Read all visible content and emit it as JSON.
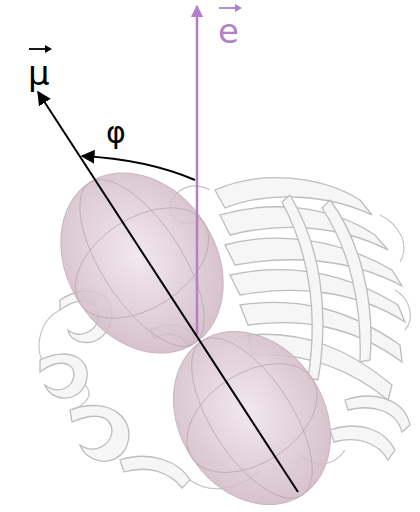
{
  "diagram": {
    "labels": [
      "μ",
      "e",
      "φ"
    ]
  }
}
